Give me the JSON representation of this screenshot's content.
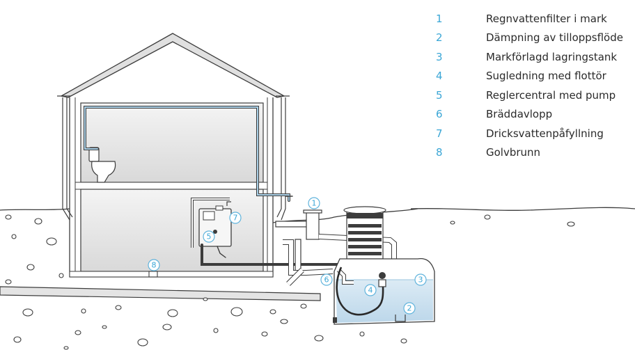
{
  "legend": [
    {
      "num": "1",
      "label": "Regnvattenfilter i mark"
    },
    {
      "num": "2",
      "label": "Dämpning av tilloppsflöde"
    },
    {
      "num": "3",
      "label": "Markförlagd lagringstank"
    },
    {
      "num": "4",
      "label": "Sugledning med flottör"
    },
    {
      "num": "5",
      "label": "Reglercentral med pump"
    },
    {
      "num": "6",
      "label": "Bräddavlopp"
    },
    {
      "num": "7",
      "label": "Dricksvattenpåfyllning"
    },
    {
      "num": "8",
      "label": "Golvbrunn"
    }
  ],
  "callouts": [
    "1",
    "2",
    "3",
    "4",
    "5",
    "6",
    "7",
    "8"
  ],
  "colors": {
    "water": "#cfe3f0",
    "accent": "#3aa6d6",
    "wall_fill": "#e6e6e6",
    "line": "#3c3c3c"
  }
}
